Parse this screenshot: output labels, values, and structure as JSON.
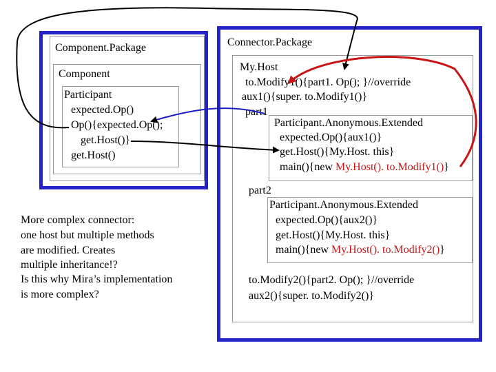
{
  "component_package": {
    "title": "Component.Package",
    "component": {
      "title": "Component",
      "participant": {
        "lines": [
          "Participant",
          "expected.Op()",
          "Op(){expected.Op();",
          "get.Host()}",
          "get.Host()"
        ]
      }
    }
  },
  "note": {
    "lines": [
      "More complex connector:",
      "one host but multiple methods",
      "are modified. Creates",
      "multiple inheritance!?",
      "Is this why Mira’s implementation",
      "is more complex?"
    ]
  },
  "connector_package": {
    "title": "Connector.Package",
    "my_host": {
      "lines": [
        "My.Host",
        "to.Modify1(){part1. Op(); }//override",
        "aux1(){super. to.Modify1()}",
        "part1"
      ],
      "part1_box": {
        "line1": "Participant.Anonymous.Extended",
        "line2": "expected.Op(){aux1()}",
        "line3": "get.Host(){My.Host. this}",
        "line4_prefix": "main(){new ",
        "line4_red": "My.Host(). to.Modify1()",
        "line4_suffix": "}"
      },
      "part2_label": "part2",
      "part2_box": {
        "line1": "Participant.Anonymous.Extended",
        "line2": "expected.Op(){aux2()}",
        "line3": "get.Host(){My.Host. this}",
        "line4_prefix": "main(){new ",
        "line4_red": "My.Host(). to.Modify2()",
        "line4_suffix": "}"
      },
      "tail_lines": [
        "to.Modify2(){part2. Op(); }//override",
        "aux2(){super. to.Modify2()}"
      ]
    }
  },
  "colors": {
    "package_border": "#2323c8",
    "highlight": "#c81414",
    "box_border": "#999999"
  }
}
